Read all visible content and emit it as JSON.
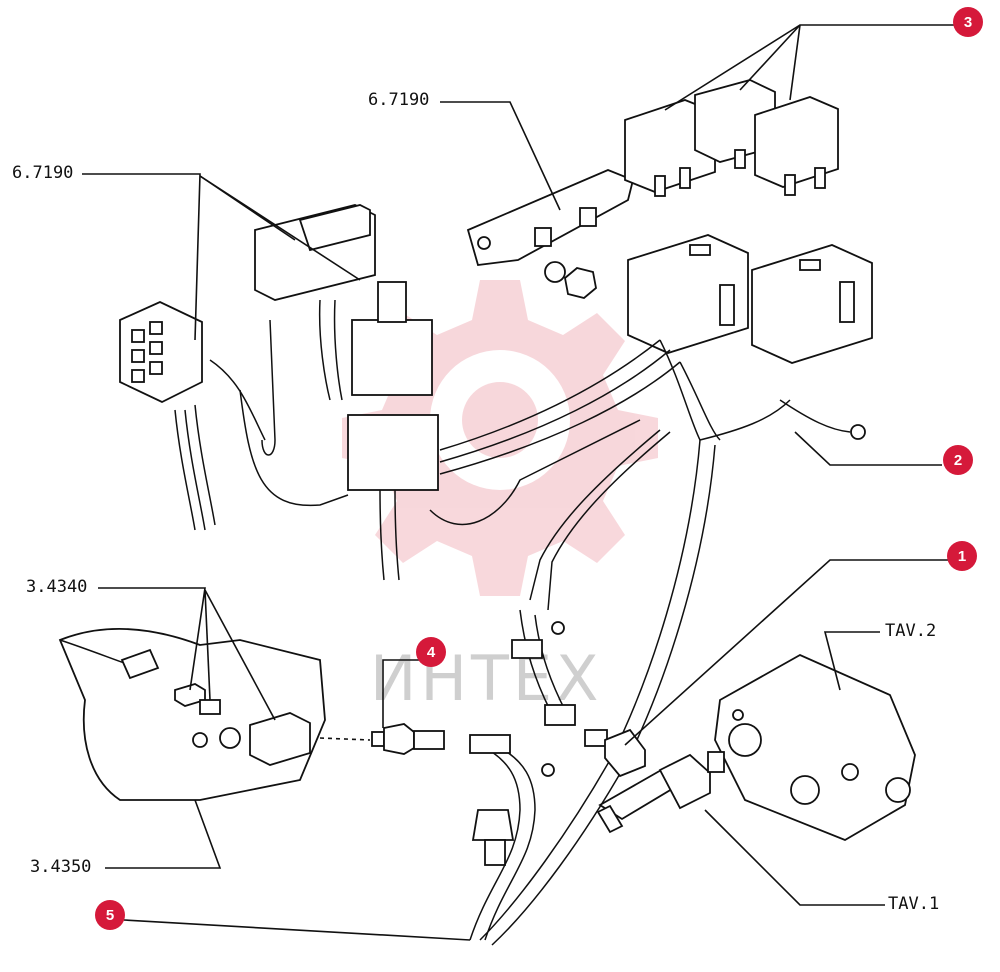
{
  "labels": {
    "top_left_code": "6.7190",
    "top_mid_code": "6.7190",
    "left_code_upper": "3.4340",
    "left_code_lower": "3.4350",
    "right_upper": "TAV.2",
    "right_lower": "TAV.1"
  },
  "callouts": {
    "c1": "1",
    "c2": "2",
    "c3": "3",
    "c4": "4",
    "c5": "5"
  },
  "watermark": {
    "text": "ИНТЕХ"
  },
  "colors": {
    "callout": "#d5193a",
    "watermark": "#f2b8bf",
    "line": "#111111"
  }
}
